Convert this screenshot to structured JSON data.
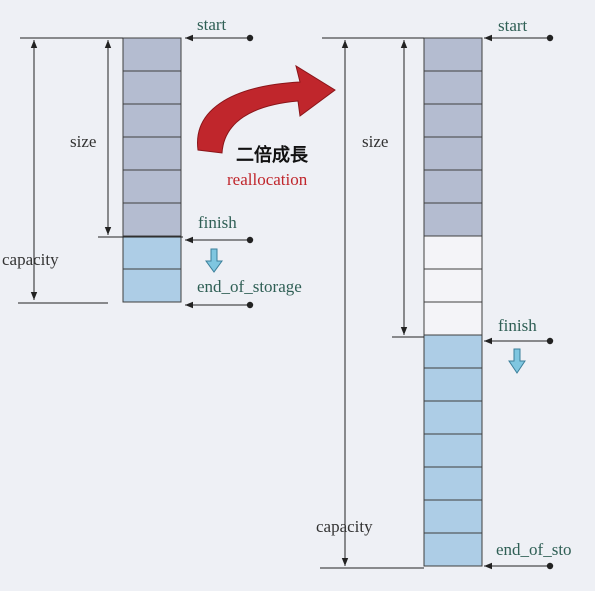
{
  "labels": {
    "start": "start",
    "finish": "finish",
    "end_of_storage": "end_of_storage",
    "end_of_storage_right": "end_of_sto",
    "size": "size",
    "capacity": "capacity",
    "growth_title": "二倍成長",
    "growth_subtitle": "reallocation"
  },
  "colors": {
    "used_cell": "#b4bcd0",
    "free_cell": "#adcde6",
    "empty_cell": "#f4f4f8",
    "cell_border": "#3f3f3f",
    "line": "#222222",
    "accent_red": "#c0262c",
    "hint_arrow": "#7fc6e0"
  },
  "left_vector": {
    "used_slots": 6,
    "free_slots": 2,
    "capacity_slots": 8
  },
  "right_vector": {
    "used_slots": 6,
    "empty_slots": 3,
    "free_slots": 7,
    "capacity_slots": 16
  }
}
